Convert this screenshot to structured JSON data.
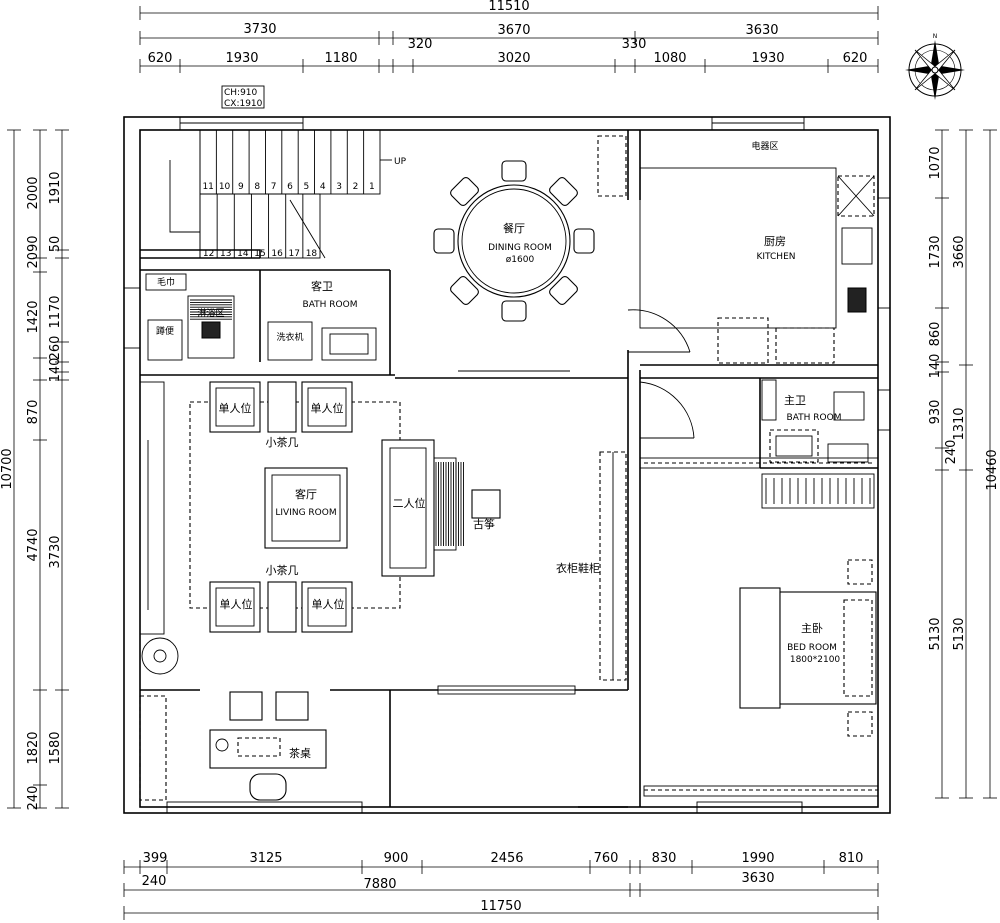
{
  "dimensions": {
    "top_total": "11510",
    "top_groups": [
      "3730",
      "3670",
      "3630"
    ],
    "top_parts": [
      "620",
      "1930",
      "1180",
      "320",
      "3020",
      "330",
      "1080",
      "1930",
      "620"
    ],
    "bottom_parts": [
      "399",
      "3125",
      "900",
      "2456",
      "760",
      "830",
      "1990",
      "810"
    ],
    "bottom_offset": "240",
    "bottom_groups": [
      "7880",
      "3630"
    ],
    "bottom_total": "11750",
    "left_total": "10700",
    "left_groups": [
      "2000",
      "2090",
      "1420",
      "870",
      "4740",
      "1820",
      "240"
    ],
    "left_parts": [
      "1910",
      "50",
      "1170",
      "260",
      "140",
      "3730",
      "1580"
    ],
    "right_total": "10460",
    "right_groups": [
      "3660",
      "1310",
      "5130"
    ],
    "right_parts": [
      "1070",
      "1730",
      "860",
      "140",
      "930",
      "240",
      "5130"
    ]
  },
  "notes": {
    "ch": "CH:910",
    "cx": "CX:1910"
  },
  "compass": {
    "north_label": "N",
    "icon": "compass-rose-icon"
  },
  "stairs": {
    "up_label": "UP",
    "upper_steps": [
      "11",
      "10",
      "9",
      "8",
      "7",
      "6",
      "5",
      "4",
      "3",
      "2",
      "1"
    ],
    "lower_steps": [
      "12",
      "13",
      "14",
      "15",
      "16",
      "17",
      "18"
    ]
  },
  "rooms": {
    "dining": {
      "cn": "餐厅",
      "en": "DINING ROOM",
      "size": "ø1600"
    },
    "kitchen": {
      "cn": "厨房",
      "en": "KITCHEN",
      "zone": "电器区"
    },
    "guest_bath": {
      "cn": "客卫",
      "en": "BATH ROOM",
      "shower": "淋浴区",
      "washer": "洗衣机",
      "squat": "蹲便",
      "towel": "毛巾"
    },
    "living": {
      "cn": "客厅",
      "en": "LIVING ROOM"
    },
    "master_bath": {
      "cn": "主卫",
      "en": "BATH ROOM"
    },
    "bedroom": {
      "cn": "主卧",
      "en": "BED ROOM",
      "size": "1800*2100"
    }
  },
  "furniture": {
    "single_seat": "单人位",
    "side_table": "小茶几",
    "two_seat": "二人位",
    "guzheng": "古筝",
    "wardrobe": "衣柜鞋柜",
    "tea_table": "茶桌"
  }
}
